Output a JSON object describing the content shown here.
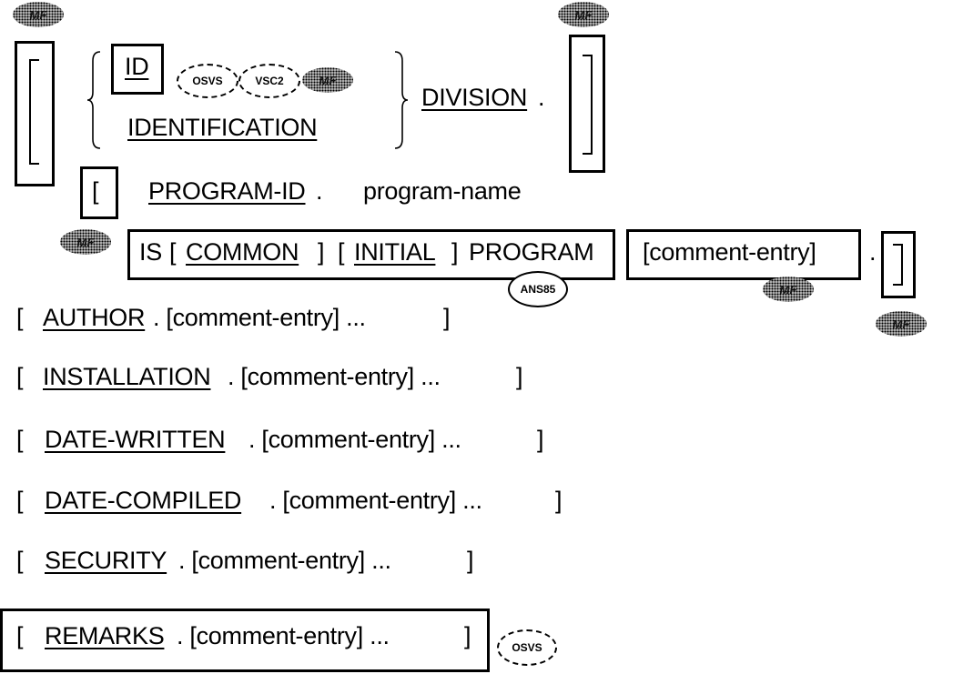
{
  "header": {
    "id_keyword": "ID",
    "identification_keyword": "IDENTIFICATION",
    "division_keyword": "DIVISION",
    "period": "."
  },
  "badges": {
    "osvs": "OSVS",
    "vsc2": "VSC2",
    "ans85": "ANS85",
    "mf": "MF"
  },
  "program_id": {
    "open_bracket": "[",
    "keyword": "PROGRAM-ID",
    "period": ".",
    "name": "program-name"
  },
  "program_clause": {
    "is": "IS",
    "open1": "[",
    "common": "COMMON",
    "close1": "]",
    "open2": "[",
    "initial": "INITIAL",
    "close2": "]",
    "program": "PROGRAM",
    "comment_entry": "[comment-entry]",
    "period": ".",
    "close_bracket": "]"
  },
  "paragraphs": [
    {
      "open": "[",
      "keyword": "AUTHOR",
      "rest": ". [comment-entry] ...",
      "close": "]"
    },
    {
      "open": "[",
      "keyword": "INSTALLATION",
      "rest": ". [comment-entry] ...",
      "close": "]"
    },
    {
      "open": "[",
      "keyword": "DATE-WRITTEN",
      "rest": ". [comment-entry] ...",
      "close": "]"
    },
    {
      "open": "[",
      "keyword": "DATE-COMPILED",
      "rest": ". [comment-entry] ...",
      "close": "]"
    },
    {
      "open": "[",
      "keyword": "SECURITY",
      "rest": ". [comment-entry] ...",
      "close": "]"
    },
    {
      "open": "[",
      "keyword": "REMARKS",
      "rest": ". [comment-entry] ...",
      "close": "]"
    }
  ]
}
